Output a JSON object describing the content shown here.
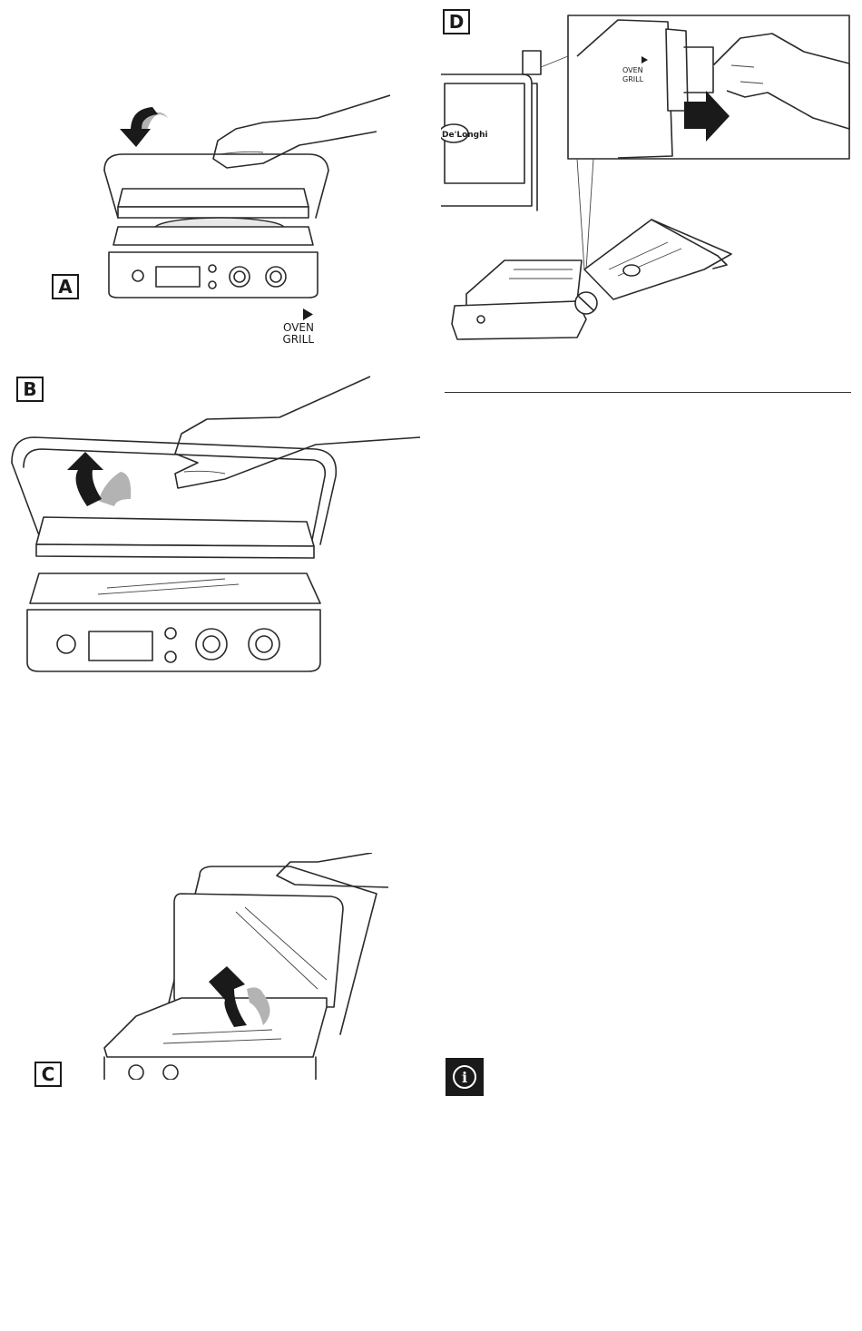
{
  "figures": {
    "a": {
      "label": "A",
      "icon": "play-triangle-icon",
      "marking_line1": "OVEN",
      "marking_line2": "GRILL"
    },
    "b": {
      "label": "B"
    },
    "c": {
      "label": "C"
    },
    "d": {
      "label": "D",
      "logo": "De'Longhi",
      "detail_marking_line1": "OVEN",
      "detail_marking_line2": "GRILL"
    }
  },
  "info_icon": "info-icon",
  "colors": {
    "ink": "#1a1a1a",
    "arrow_gray": "#b3b3b3"
  }
}
